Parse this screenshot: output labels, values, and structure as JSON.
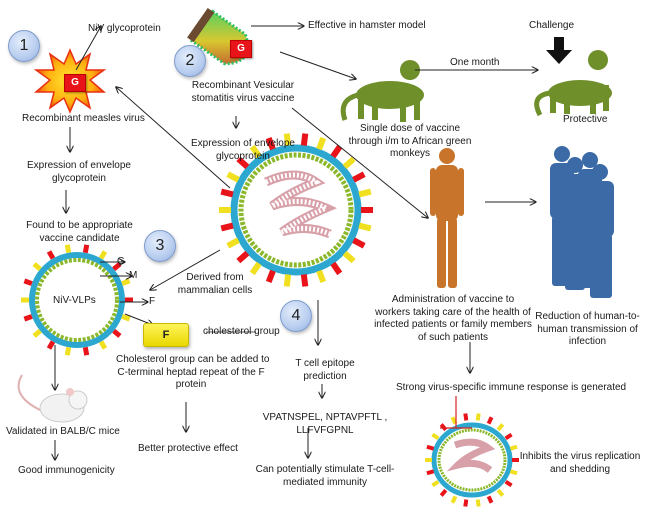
{
  "colors": {
    "monkey": "#6f8f2a",
    "human_orange": "#c8742a",
    "human_blue": "#3b6aa6",
    "g_protein": "#e8141a",
    "f_protein": "#f0e020",
    "inhibit_line": "#d42020",
    "circle_badge": "#b8cdef"
  },
  "badges": [
    "1",
    "2",
    "3",
    "4"
  ],
  "section1": {
    "glycoprotein_label": "NiV glycoprotein",
    "g_marker": "G",
    "virus_label": "Recombinant measles virus",
    "expression_label": [
      "Expression of envelope",
      "glycoprotein"
    ],
    "candidate_label": [
      "Found to be appropriate",
      "vaccine candidate"
    ]
  },
  "section2": {
    "g_marker": "G",
    "hamster_label": "Effective in hamster model",
    "vaccine_label": [
      "Recombinant Vesicular",
      "stomatitis virus  vaccine"
    ],
    "expression_label": [
      "Expression of envelope",
      "glycoprotein"
    ],
    "one_month_label": "One month",
    "challenge_label": "Challenge",
    "monkey_dose_label": [
      "Single dose of vaccine",
      "through i/m to African green",
      "monkeys"
    ],
    "protective_label": "Protective",
    "administration_label": [
      "Administration of vaccine to",
      "workers taking care of the health of",
      "infected patients or family members",
      "of such patients"
    ],
    "reduction_label": [
      "Reduction of human-to-",
      "human transmission of",
      "infection"
    ],
    "immune_label": "Strong virus-specific immune response is generated",
    "inhibits_label": [
      "Inhibits the virus replication",
      "and shedding"
    ]
  },
  "section3": {
    "vlp_label": "NiV-VLPs",
    "g_label": "G",
    "m_label": "M",
    "f_label": "F",
    "derived_label": [
      "Derived from",
      "mammalian cells"
    ],
    "f_box_label": "F",
    "cholesterol_group_label": "cholesterol group",
    "cholesterol_text": [
      "Cholesterol group can be added to",
      "C-terminal heptad repeat of the F",
      "protein"
    ],
    "better_effect_label": "Better protective effect",
    "mice_label": "Validated in BALB/C mice",
    "immunogenicity_label": "Good immunogenicity"
  },
  "section4": {
    "epitope_label": [
      "T cell epitope",
      "prediction"
    ],
    "peptides_label": [
      "VPATNSPEL, NPTAVPFTL ,",
      "LLFVFGPNL"
    ],
    "stimulate_label": [
      "Can potentially stimulate T-cell-",
      "mediated immunity"
    ]
  }
}
